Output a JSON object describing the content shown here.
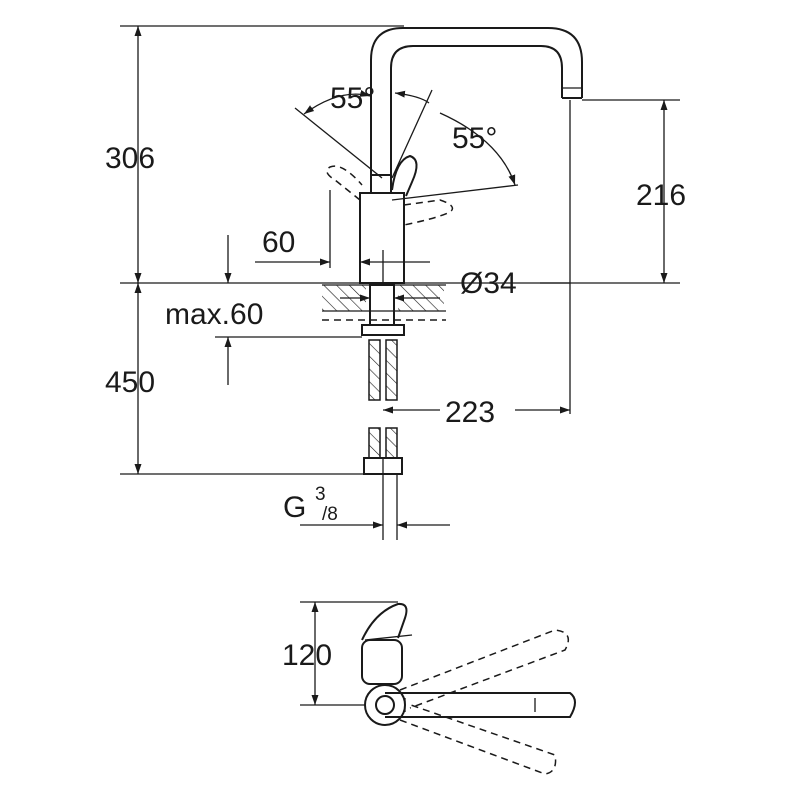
{
  "labels": {
    "height_306": "306",
    "angle_left": "55°",
    "angle_right": "55°",
    "height_216": "216",
    "offset_60": "60",
    "diameter_34": "Ø34",
    "max_60": "max.60",
    "length_450": "450",
    "reach_223": "223",
    "thread_g": "G",
    "thread_num": "3",
    "thread_den": "/8",
    "depth_120": "120"
  },
  "colors": {
    "line": "#1a1a1a",
    "background": "#ffffff"
  }
}
